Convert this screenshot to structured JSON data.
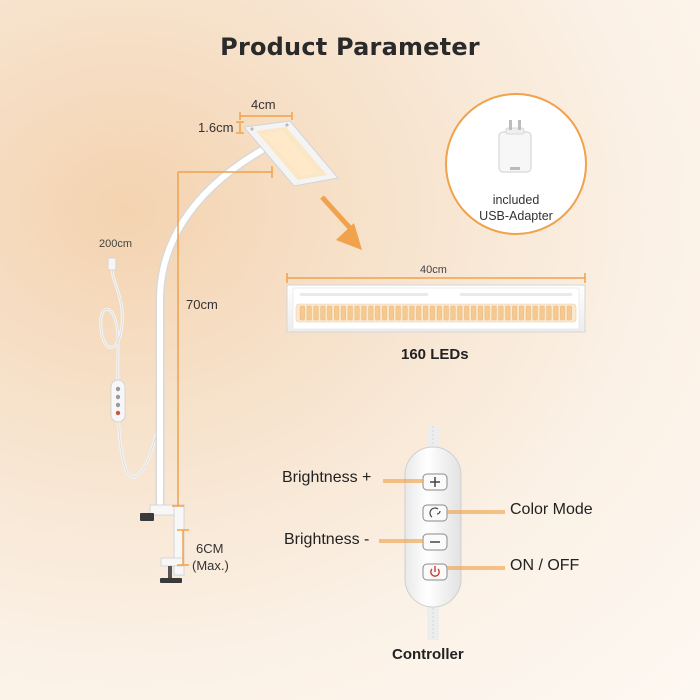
{
  "title": "Product Parameter",
  "dimensions": {
    "head_width": "4cm",
    "head_thickness": "1.6cm",
    "cable_length": "200cm",
    "arm_height": "70cm",
    "clamp_opening_line1": "6CM",
    "clamp_opening_line2": "(Max.)"
  },
  "adapter": {
    "line1": "included",
    "line2": "USB-Adapter"
  },
  "led_bar": {
    "length": "40cm",
    "led_count_label": "160 LEDs",
    "led_count": 160
  },
  "controller": {
    "title": "Controller",
    "buttons": [
      {
        "label": "Brightness +",
        "icon": "plus-icon"
      },
      {
        "label": "Color Mode",
        "icon": "color-mode-icon"
      },
      {
        "label": "Brightness -",
        "icon": "minus-icon"
      },
      {
        "label": "ON / OFF",
        "icon": "power-icon"
      }
    ]
  },
  "colors": {
    "accent": "#f0a24c",
    "led_warm": "#f6c98f",
    "device_white": "#ffffff"
  }
}
